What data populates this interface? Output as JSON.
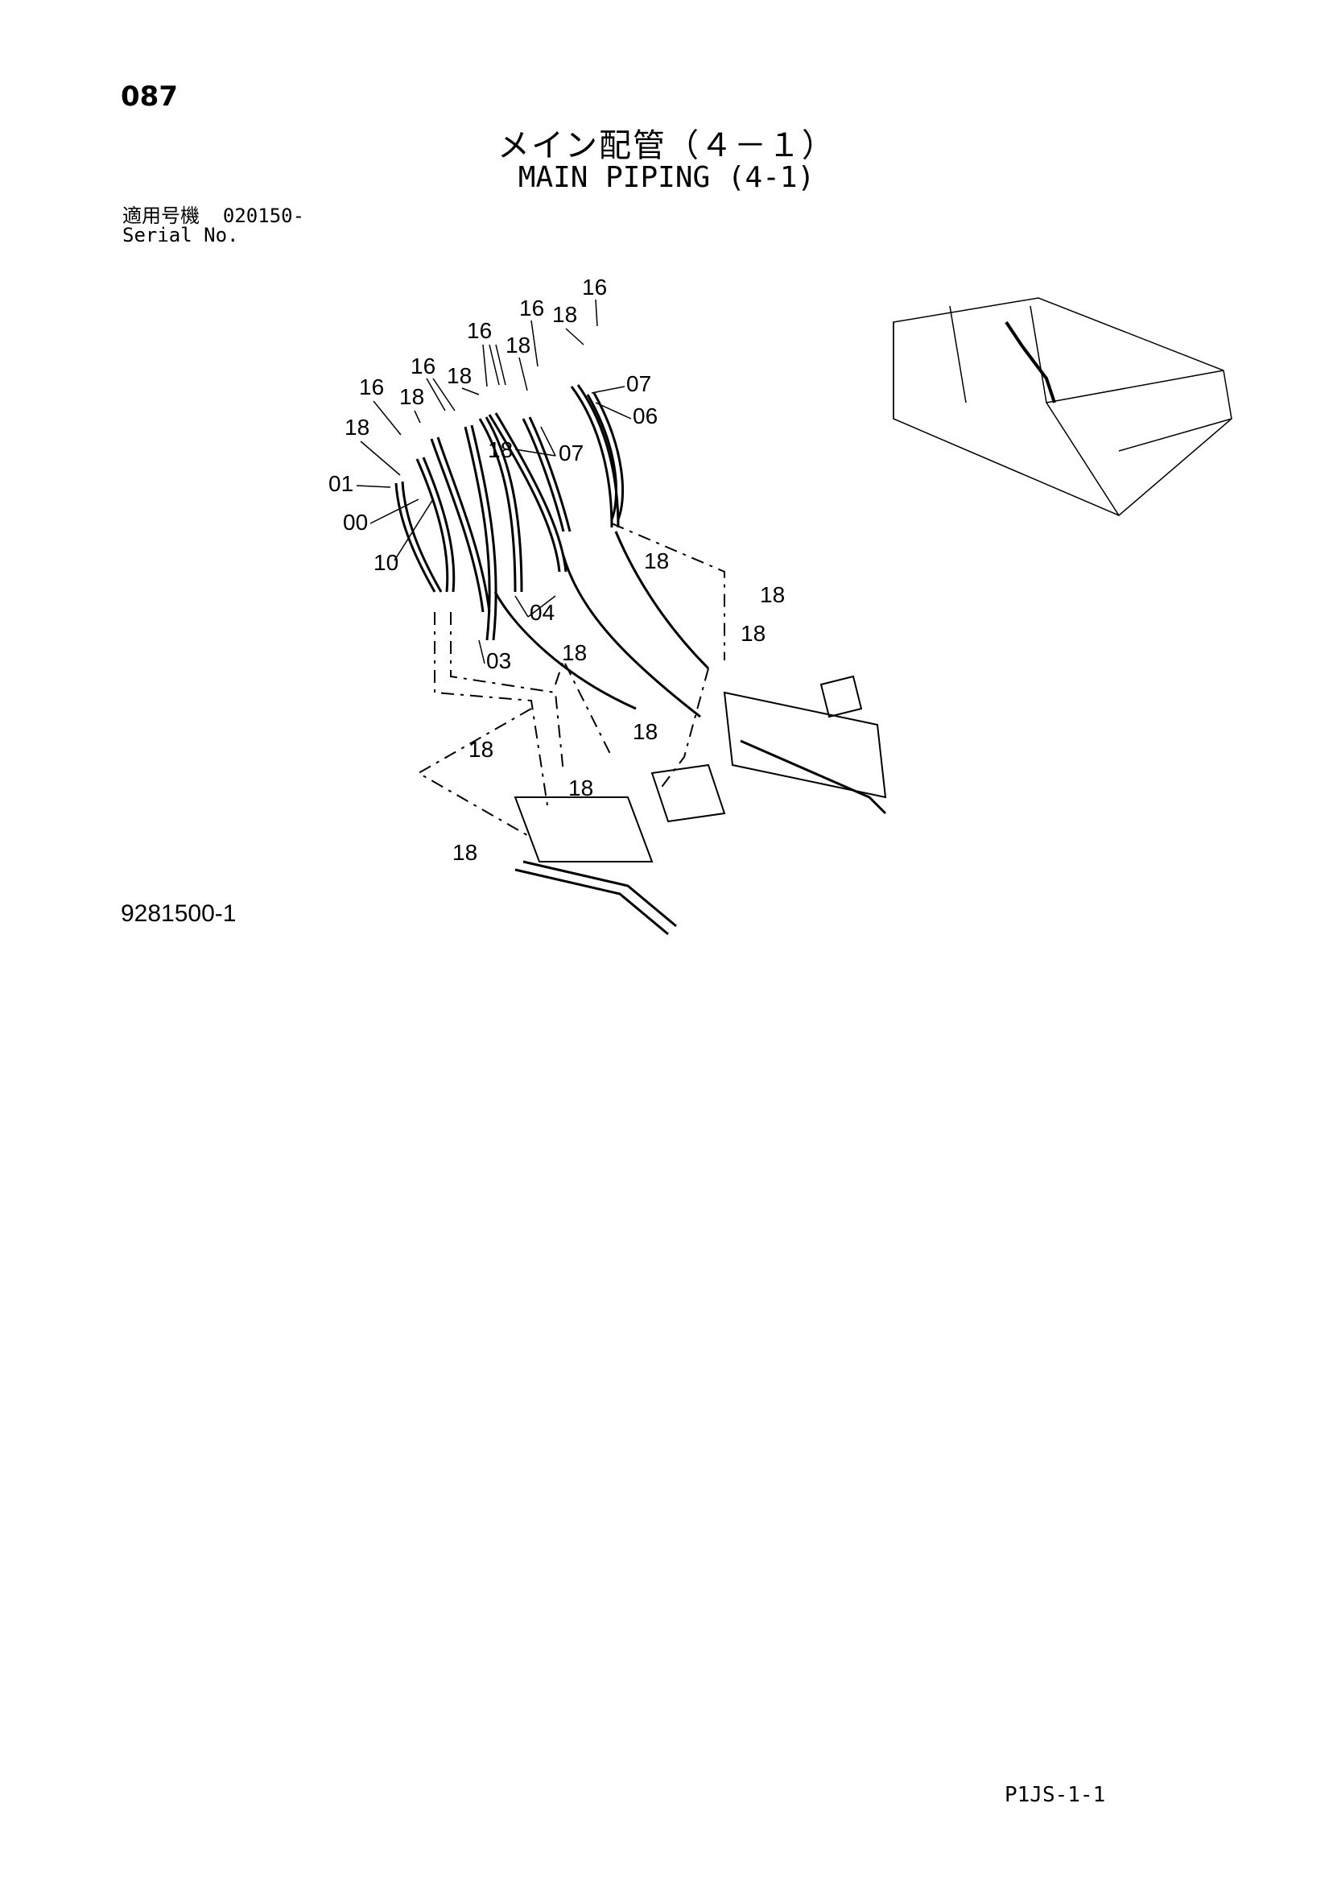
{
  "header": {
    "page_number": "087",
    "title_jp": "メイン配管（４－１）",
    "title_en": "MAIN PIPING (4-1)"
  },
  "serial": {
    "label_jp": "適用号機",
    "value": "020150-",
    "label_en": "Serial No."
  },
  "callouts": [
    "16",
    "16",
    "16",
    "16",
    "16",
    "18",
    "18",
    "18",
    "18",
    "18",
    "18",
    "18",
    "18",
    "18",
    "18",
    "18",
    "18",
    "18",
    "18",
    "01",
    "00",
    "10",
    "07",
    "07",
    "06",
    "04",
    "03"
  ],
  "footer": {
    "drawing_number": "9281500-1",
    "page_code": "P1JS-1-1"
  }
}
